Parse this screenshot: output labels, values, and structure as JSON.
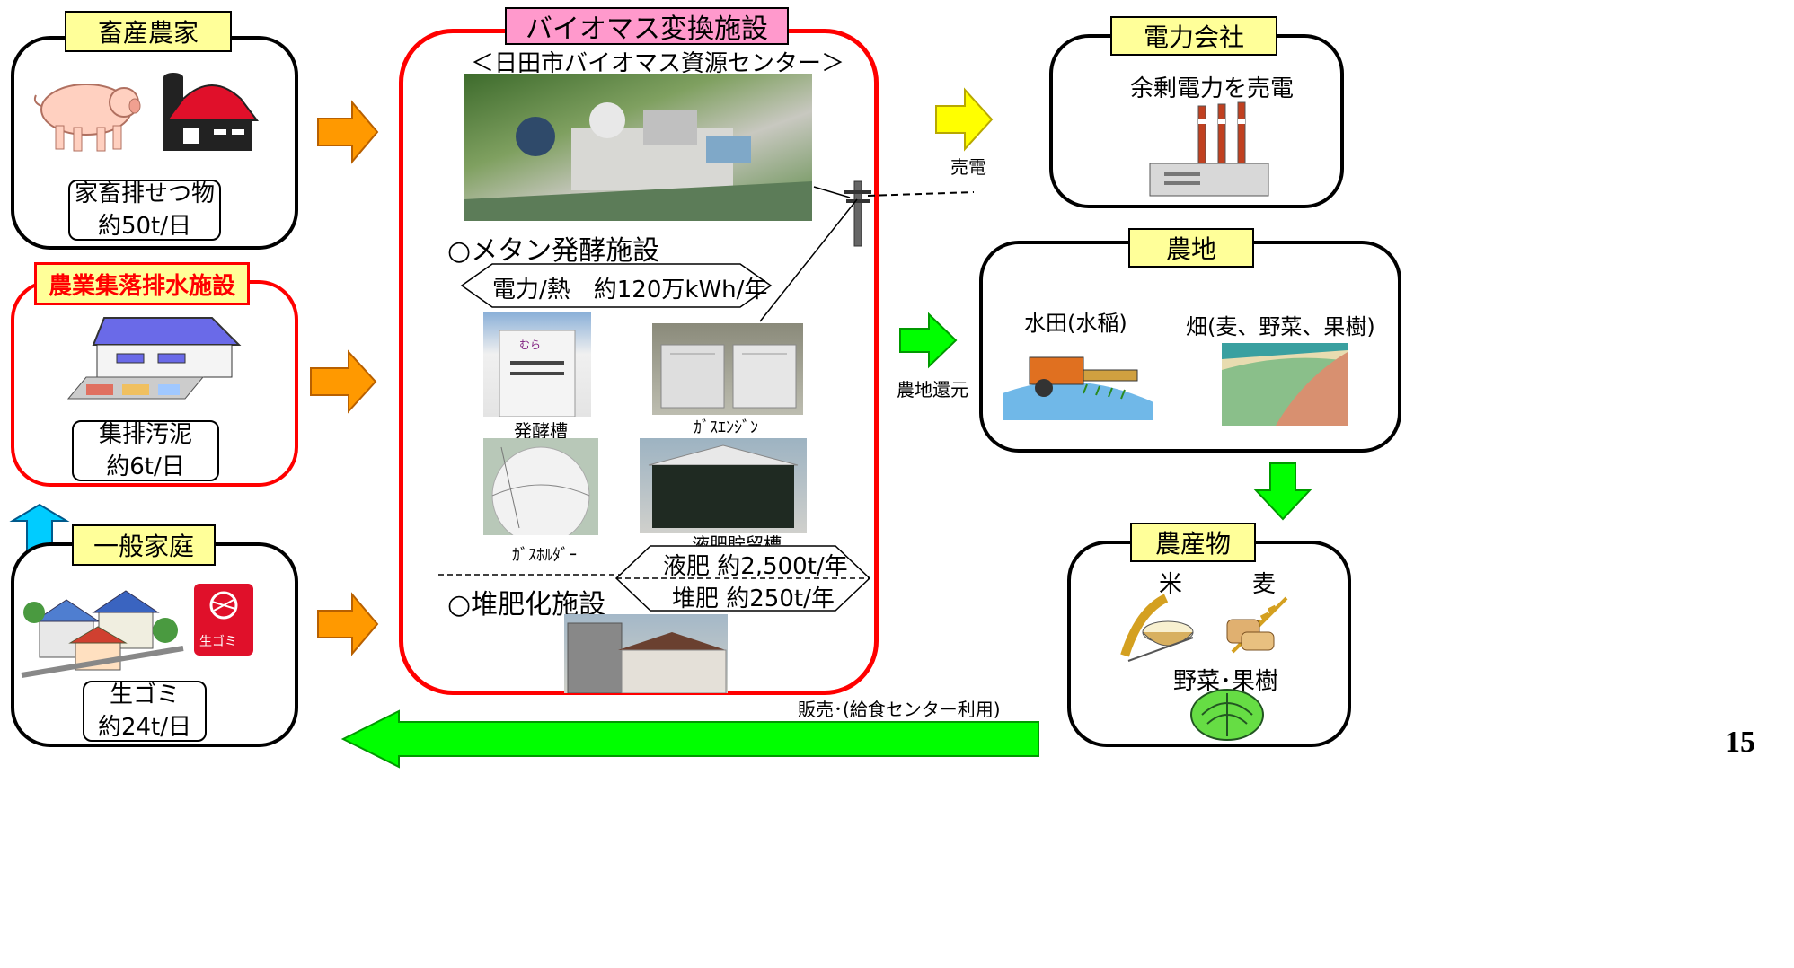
{
  "farm": {
    "title": "畜産農家",
    "item": "家畜排せつ物",
    "amount": "約50t/日"
  },
  "sewage": {
    "title": "農業集落排水施設",
    "item": "集排汚泥",
    "amount": "約6t/日"
  },
  "home": {
    "title": "一般家庭",
    "item": "生ゴミ",
    "amount": "約24t/日",
    "sign": "生ゴミ"
  },
  "facility": {
    "title": "バイオマス変換施設",
    "subtitle": "＜日田市バイオマス資源センター＞",
    "methane": "○メタン発酵施設",
    "energy": "電力/熱　約120万kWh/年",
    "tank": "発酵槽",
    "engine": "ｶﾞｽｴﾝｼﾞﾝ",
    "holder": "ｶﾞｽﾎﾙﾀﾞｰ",
    "storage": "液肥貯留槽",
    "liquid": "液肥 約2,500t/年",
    "compost_amount": "堆肥 約250t/年",
    "compost": "○堆肥化施設"
  },
  "power": {
    "title": "電力会社",
    "text": "余剰電力を売電"
  },
  "sell_power": "売電",
  "return_farm": "農地還元",
  "farmland": {
    "title": "農地",
    "paddy": "水田(水稲)",
    "field": "畑(麦、野菜、果樹)"
  },
  "produce": {
    "title": "農産物",
    "rice": "米",
    "wheat": "麦",
    "veg": "野菜･果樹"
  },
  "sales": "販売･(給食センター利用)",
  "page_number": "15",
  "colors": {
    "orange_arrow": "#ff9900",
    "yellow_arrow": "#ffff00",
    "green_arrow": "#00ff00",
    "blue_arrow": "#00ccff",
    "label_bg": "#ffff99",
    "facility_label": "#ff99cc",
    "red_border": "#ff0000"
  }
}
